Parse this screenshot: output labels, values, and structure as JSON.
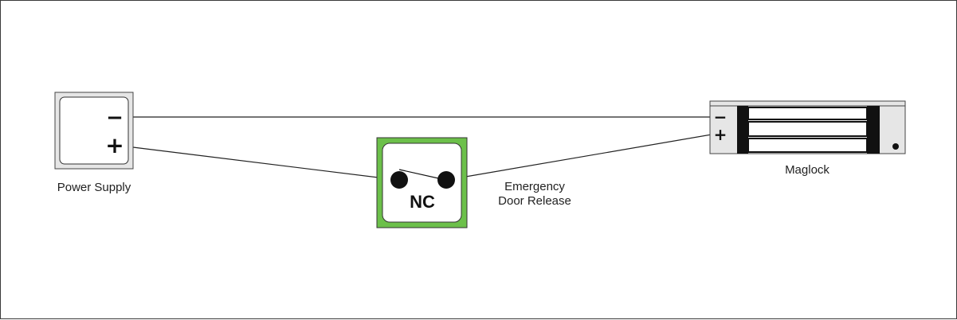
{
  "power_supply": {
    "label": "Power Supply",
    "minus": "−",
    "plus": "+"
  },
  "switch": {
    "label_line1": "Emergency",
    "label_line2": "Door Release",
    "contact_type": "NC",
    "accent": "#6cc04a"
  },
  "maglock": {
    "label": "Maglock",
    "minus": "−",
    "plus": "+"
  },
  "colors": {
    "wire": "#222222",
    "box_fill": "#e6e6e6",
    "stroke": "#333333"
  }
}
